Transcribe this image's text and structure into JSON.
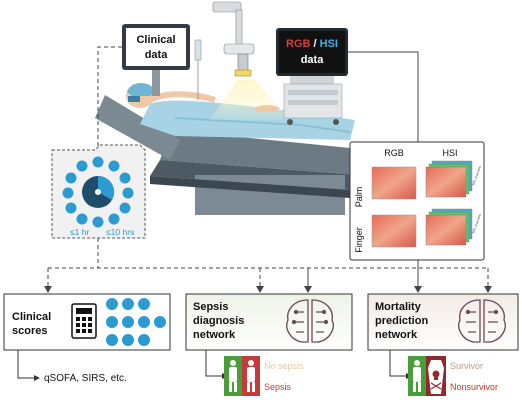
{
  "monitor": {
    "line1": "Clinical",
    "line2": "data"
  },
  "display": {
    "rgb": "RGB",
    "sep": " / ",
    "hsi": "HSI",
    "data": "data"
  },
  "imaging": {
    "col_rgb": "RGB",
    "col_hsi": "HSI",
    "row_palm": "Palm",
    "row_finger": "Finger",
    "stack_label_palm": "100 channels",
    "stack_label_finger": "100 channels"
  },
  "timeline": {
    "short": "≤1 hr",
    "long": "≤10 hrs"
  },
  "scores_box": {
    "line1": "Clinical",
    "line2": "scores",
    "output": "qSOFA, SIRS, etc."
  },
  "sepsis_box": {
    "line1": "Sepsis",
    "line2": "diagnosis",
    "line3": "network",
    "neg_label": "No sepsis",
    "pos_label": "Sepsis"
  },
  "mortality_box": {
    "line1": "Mortality",
    "line2": "prediction",
    "line3": "network",
    "neg_label": "Survivor",
    "pos_label": "Nonsurvivor"
  },
  "colors": {
    "accent_blue": "#2c9bd1",
    "sepsis_green": "#4a9e3a",
    "sepsis_red": "#c43b3b",
    "faded_text": "#e8c9a7",
    "nonsurvivor_red": "#c0392b",
    "survivor_text": "#b89a8a"
  },
  "icons": [
    "clock-icon",
    "calculator-icon",
    "brain-circuit-icon",
    "person-icon",
    "skull-icon",
    "coffin-icon"
  ]
}
